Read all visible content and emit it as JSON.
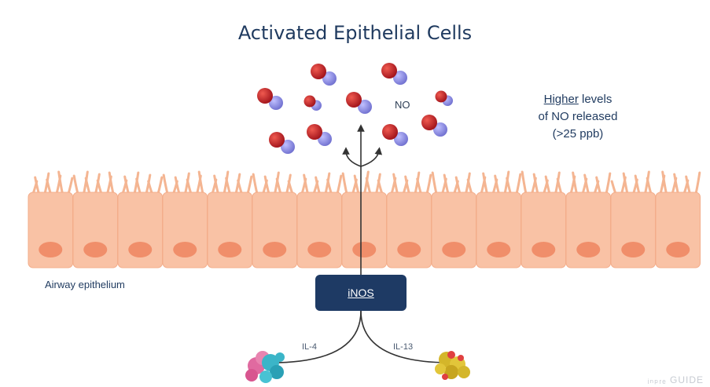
{
  "diagram": {
    "title": "Activated Epithelial Cells",
    "note": {
      "highlight": "Higher",
      "line1_rest": " levels",
      "line2": "of NO released",
      "line3": "(>25 ppb)"
    },
    "tissue_label": "Airway epithelium",
    "enzyme_label": "iNOS",
    "molecule_label": "NO",
    "cytokine_left": "IL-4",
    "cytokine_right": "IL-13",
    "watermark": "ᵢₙₚᵣₑ GUIDE",
    "colors": {
      "title": "#1f3a5f",
      "cell_fill": "#f9c2a5",
      "nucleus": "#f08e6a",
      "enzyme_box": "#1e3a64",
      "oxygen": "#c8211f",
      "nitrogen": "#8f8fe0",
      "protein_left_a": "#e06aa0",
      "protein_left_b": "#3bb5c8",
      "protein_right": "#d4b62a"
    },
    "icons": [
      "no-molecule-icon",
      "il4-protein-icon",
      "il13-protein-icon",
      "signal-arrow-icon"
    ]
  }
}
